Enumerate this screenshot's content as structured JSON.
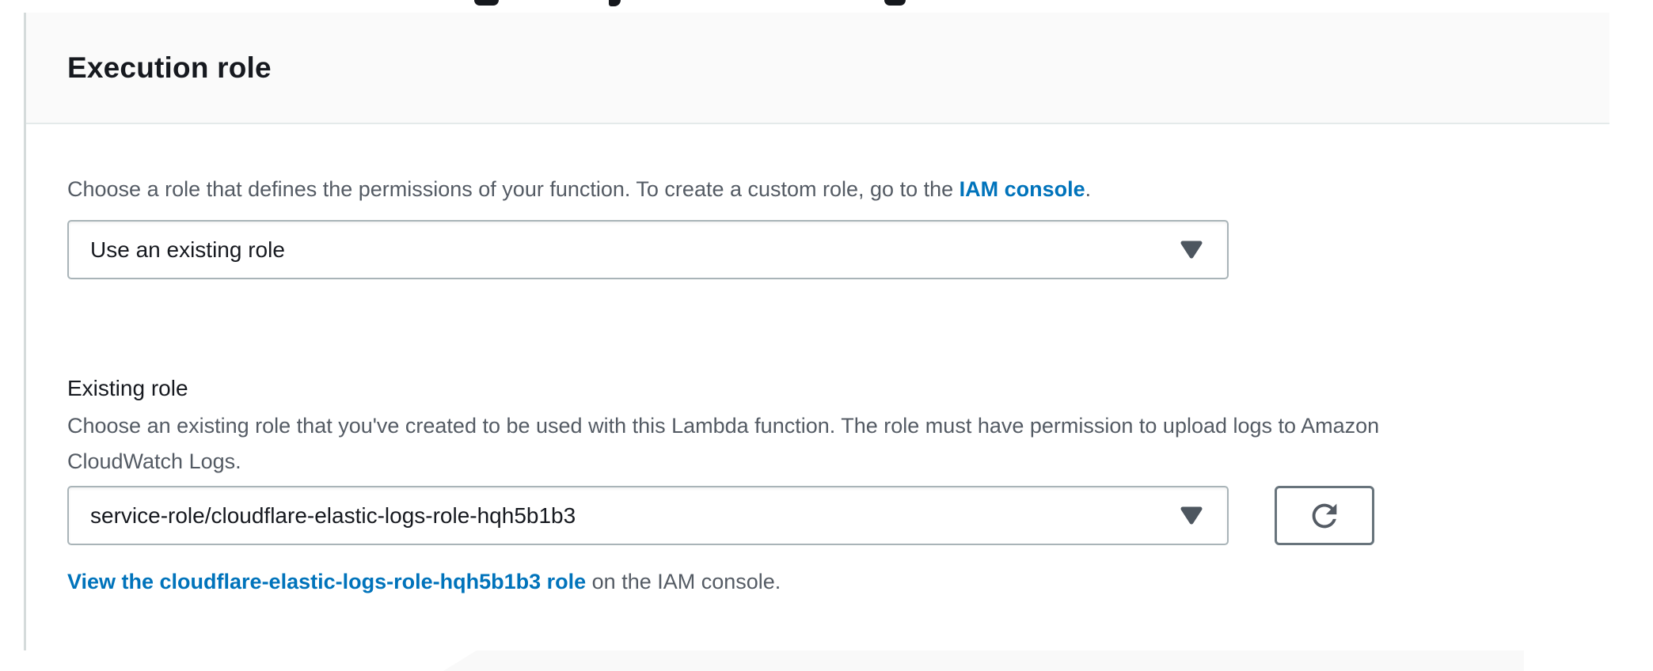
{
  "colors": {
    "link_blue": "#0073bb",
    "text_primary": "#16191f",
    "text_secondary": "#545b64",
    "header_bg": "#fafafa",
    "divider": "#e4eaea",
    "select_border": "#a9b4b8",
    "button_border": "#68747c",
    "caret": "#4d565f"
  },
  "panel": {
    "title": "Execution role",
    "intro": {
      "before": "Choose a role that defines the permissions of your function. To create a custom role, go to the ",
      "link": "IAM console",
      "after": "."
    },
    "role_select": {
      "value": "Use an existing role",
      "caret_icon": "caret-down-icon"
    },
    "existing_role": {
      "label": "Existing role",
      "description": "Choose an existing role that you've created to be used with this Lambda function. The role must have permission to upload logs to Amazon CloudWatch Logs.",
      "select": {
        "value": "service-role/cloudflare-elastic-logs-role-hqh5b1b3",
        "caret_icon": "caret-down-icon"
      },
      "refresh_button": {
        "icon": "refresh-icon"
      }
    },
    "view_role": {
      "link": "View the cloudflare-elastic-logs-role-hqh5b1b3 role",
      "after": " on the IAM console."
    }
  }
}
